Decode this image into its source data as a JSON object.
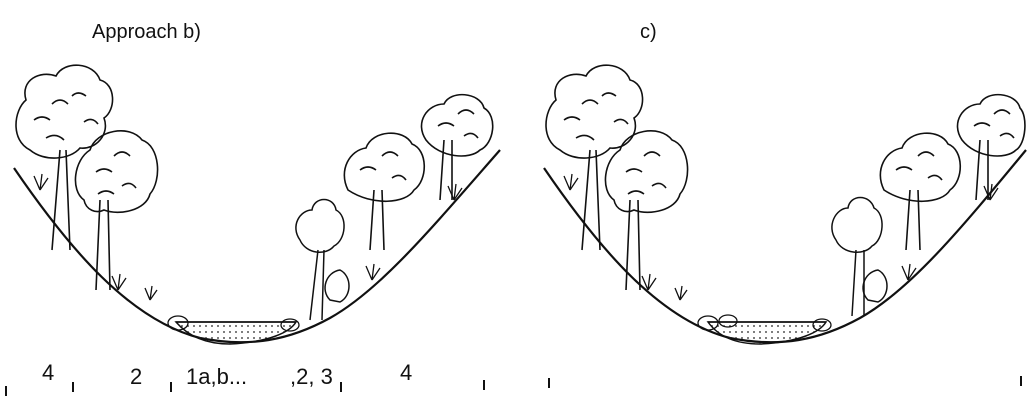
{
  "panels": [
    {
      "title": "Approach  b)"
    },
    {
      "title": "c)"
    }
  ],
  "zone_labels": [
    "4",
    "2",
    "1a,b...",
    ",2, 3",
    "4"
  ]
}
